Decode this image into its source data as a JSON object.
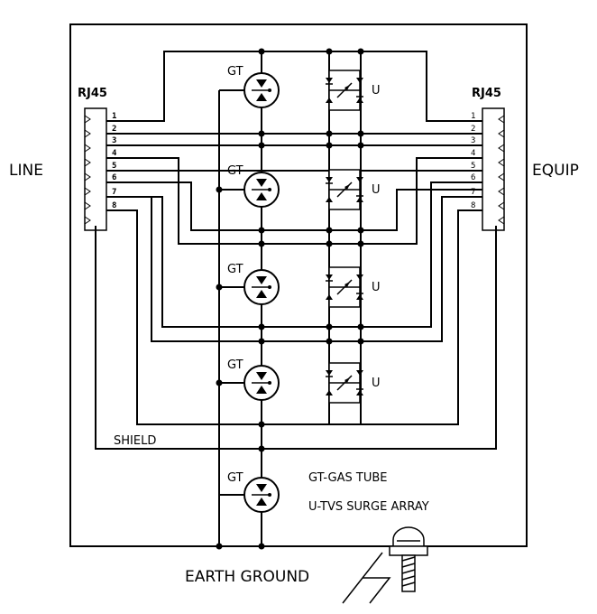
{
  "labels": {
    "line": "LINE",
    "equip": "EQUIP",
    "rj45_left": "RJ45",
    "rj45_right": "RJ45",
    "shield": "SHIELD",
    "earth_ground": "EARTH GROUND",
    "legend_gt": "GT-GAS TUBE",
    "legend_u": "U-TVS SURGE ARRAY",
    "gt": "GT",
    "u": "U"
  },
  "pins_left": [
    "1",
    "2",
    "3",
    "4",
    "5",
    "6",
    "7",
    "8"
  ],
  "pins_right": [
    "1",
    "2",
    "3",
    "4",
    "5",
    "6",
    "7",
    "8"
  ],
  "gas_tubes": [
    "GT",
    "GT",
    "GT",
    "GT",
    "GT"
  ],
  "tvs_arrays": [
    "U",
    "U",
    "U",
    "U"
  ]
}
